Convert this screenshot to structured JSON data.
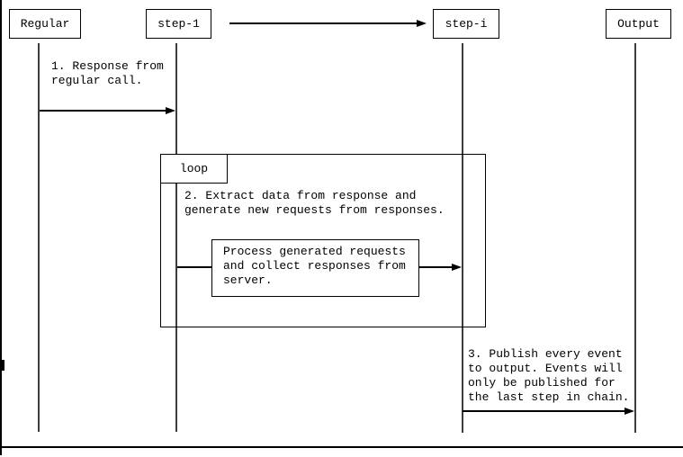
{
  "diagram": {
    "actors": [
      {
        "label": "Regular"
      },
      {
        "label": "step-1"
      },
      {
        "label": "step-i"
      },
      {
        "label": "Output"
      }
    ],
    "loop": {
      "label": "loop"
    },
    "messages": {
      "msg1": "1. Response from\nregular call.",
      "msg2": "2. Extract data from response and\ngenerate new requests from responses.",
      "process_box": "Process generated requests\nand collect responses from\nserver.",
      "msg3": "3. Publish every event\nto output. Events will\nonly be published for\nthe last step in chain."
    },
    "colors": {
      "line": "#000000",
      "lifeline": "#3c3c3c",
      "background": "#ffffff"
    }
  }
}
